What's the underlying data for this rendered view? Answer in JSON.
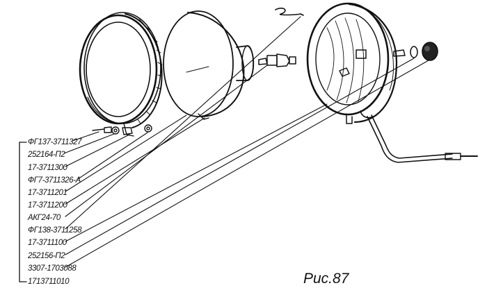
{
  "parts": [
    "ФГ137-3711327",
    "252164-П2",
    "17-3711300",
    "ФГ7-3711326-А",
    "17-3711201",
    "17-3711200",
    "АКГ24-70",
    "ФГ138-3711258",
    "17-3711100",
    "252156-П2",
    "3307-1703088",
    "1713711010"
  ],
  "caption": "Рис.87"
}
